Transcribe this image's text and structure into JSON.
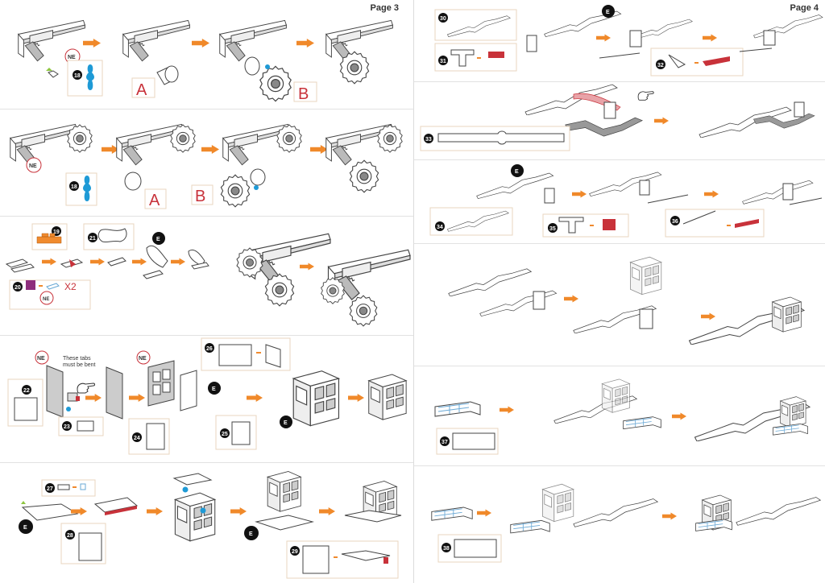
{
  "colors": {
    "arrow": "#f0892a",
    "callout_border": "#e8d6bf",
    "step_badge": "#111111",
    "blue_part": "#1e9ad6",
    "red_part": "#c8323a",
    "purple_part": "#8e2d7c",
    "orange_part": "#f08a2e",
    "green_marker": "#8dc63f",
    "label_red": "#c8323a"
  },
  "page3": {
    "page_label": "Page 3",
    "rows": [
      {
        "steps": [
          "18"
        ],
        "labels": [
          "NE",
          "A",
          "B"
        ]
      },
      {
        "steps": [
          "18"
        ],
        "labels": [
          "NE",
          "A",
          "B"
        ]
      },
      {
        "steps": [
          "19",
          "20",
          "21"
        ],
        "labels": [
          "NE",
          "E",
          "X2"
        ]
      },
      {
        "steps": [
          "22",
          "23",
          "24",
          "25",
          "26"
        ],
        "labels": [
          "NE",
          "NE",
          "E",
          "E"
        ],
        "note": "These tabs must be bent"
      },
      {
        "steps": [
          "27",
          "28",
          "29"
        ],
        "labels": [
          "E",
          "E"
        ]
      }
    ]
  },
  "page4": {
    "page_label": "Page 4",
    "rows": [
      {
        "steps": [
          "30",
          "31",
          "32"
        ],
        "labels": [
          "E"
        ]
      },
      {
        "steps": [
          "33"
        ]
      },
      {
        "steps": [
          "34",
          "35",
          "36"
        ],
        "labels": [
          "E"
        ]
      },
      {
        "steps": []
      },
      {
        "steps": [
          "37"
        ]
      },
      {
        "steps": [
          "38"
        ]
      }
    ]
  }
}
